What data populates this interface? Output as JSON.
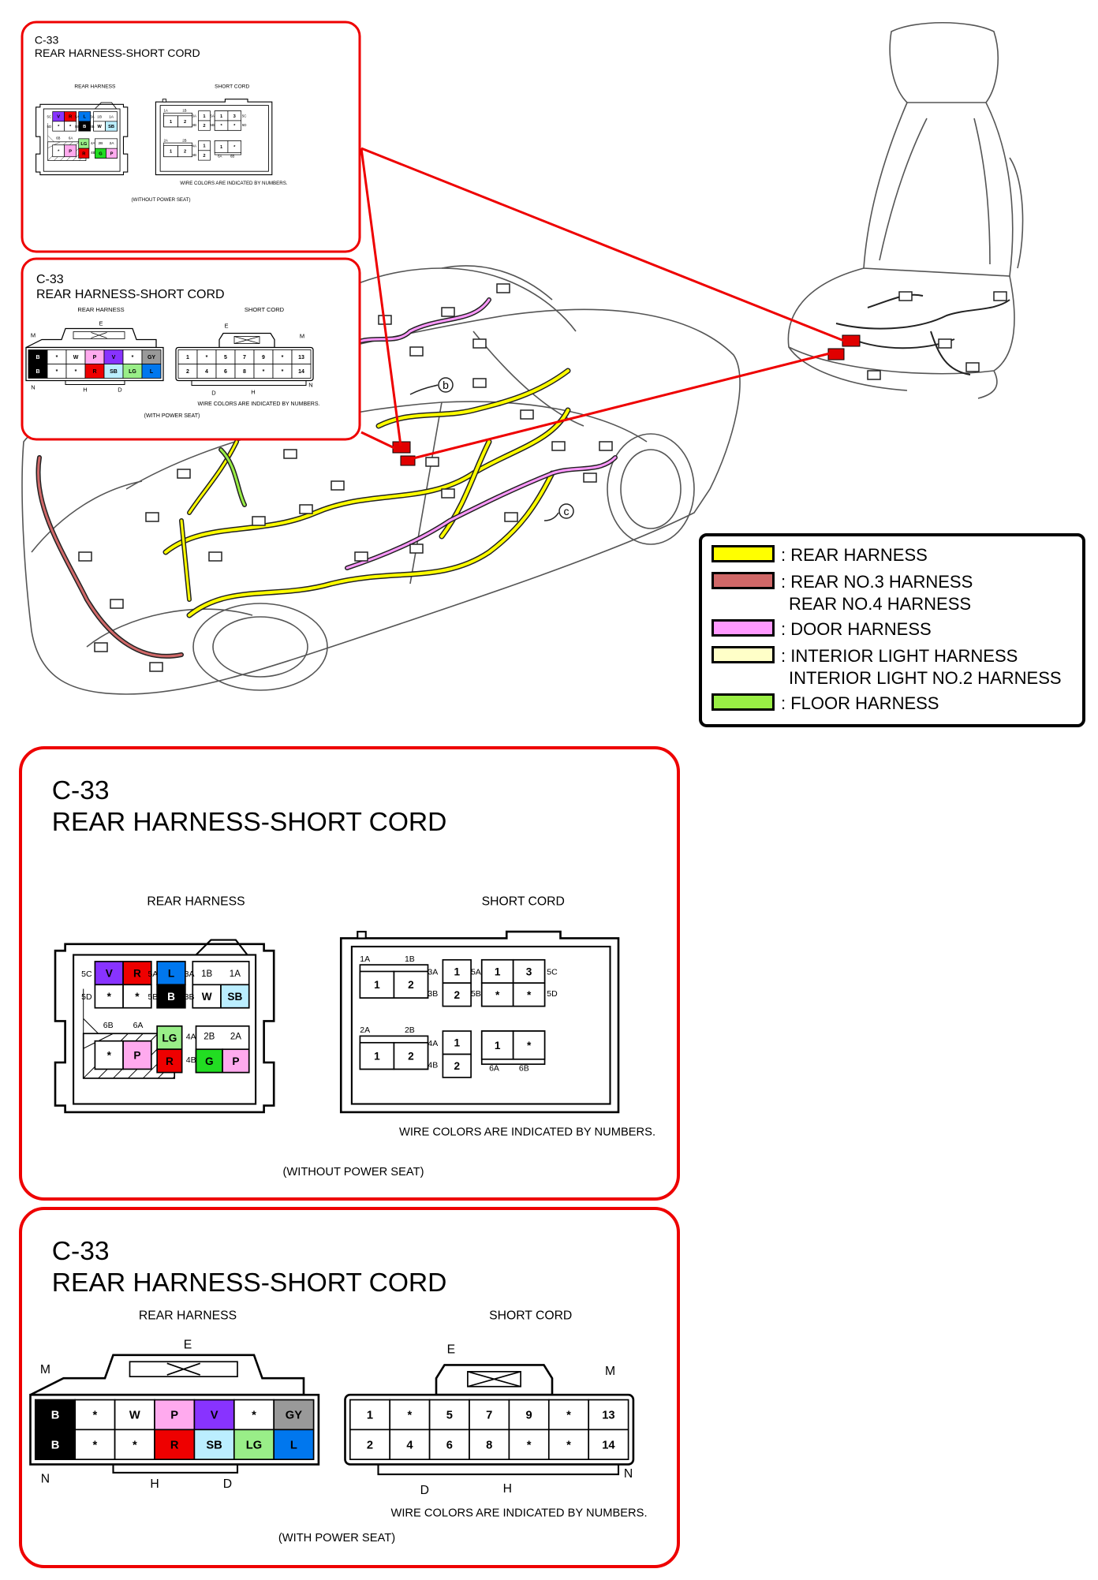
{
  "connector_id": "C-33",
  "connector_name": "REAR HARNESS-SHORT CORD",
  "rear_harness_label": "REAR HARNESS",
  "short_cord_label": "SHORT CORD",
  "note": "WIRE COLORS ARE INDICATED BY NUMBERS.",
  "variant_without": "(WITHOUT POWER SEAT)",
  "variant_with": "(WITH POWER SEAT)",
  "callouts": {
    "b": "b",
    "c": "c"
  },
  "legend": [
    {
      "color": "#ffff00",
      "lines": [
        ": REAR HARNESS"
      ]
    },
    {
      "color": "#d06868",
      "lines": [
        ": REAR NO.3 HARNESS",
        "REAR NO.4 HARNESS"
      ]
    },
    {
      "color": "#ff99ff",
      "lines": [
        ": DOOR HARNESS"
      ]
    },
    {
      "color": "#ffffc8",
      "lines": [
        ": INTERIOR LIGHT HARNESS",
        "INTERIOR LIGHT NO.2 HARNESS"
      ]
    },
    {
      "color": "#99ee44",
      "lines": [
        ": FLOOR HARNESS"
      ]
    }
  ],
  "wire_colors": {
    "V": "#8833ff",
    "R": "#ee0000",
    "L": "#0077ee",
    "B": "#000000",
    "W": "#ffffff",
    "SB": "#bbeeff",
    "P": "#ffaaee",
    "LG": "#99ee88",
    "G": "#22dd22",
    "GY": "#999999",
    "*": "#ffffff"
  },
  "without_power_seat": {
    "rear_harness": {
      "block1": [
        [
          "V",
          "R"
        ],
        [
          "*",
          "*"
        ]
      ],
      "block2": [
        [
          "L"
        ],
        [
          "B"
        ]
      ],
      "block3": [
        [
          "1B",
          "1A"
        ],
        [
          "W",
          "SB"
        ]
      ],
      "block4": [
        [
          "*",
          "P"
        ]
      ],
      "block5": [
        [
          "LG"
        ],
        [
          "R"
        ]
      ],
      "block6": [
        [
          "2B",
          "2A"
        ],
        [
          "G",
          "P"
        ]
      ],
      "pin_labels": [
        "5C",
        "5D",
        "5A",
        "5B",
        "3A",
        "3B",
        "6B",
        "6A",
        "4A",
        "4B"
      ]
    },
    "short_cord": {
      "block1": [
        [
          "1",
          "2"
        ]
      ],
      "block2": [
        [
          "1"
        ],
        [
          "2"
        ]
      ],
      "block3": [
        [
          "1",
          "3"
        ],
        [
          "*",
          "*"
        ]
      ],
      "block4": [
        [
          "1",
          "2"
        ]
      ],
      "block5": [
        [
          "1"
        ],
        [
          "2"
        ]
      ],
      "block6": [
        [
          "1",
          "*"
        ]
      ],
      "pin_labels": [
        "1A",
        "1B",
        "3A",
        "3B",
        "5A",
        "5B",
        "5C",
        "5D",
        "2A",
        "2B",
        "4A",
        "4B",
        "6A",
        "6B"
      ]
    }
  },
  "with_power_seat": {
    "rear_harness": {
      "row1": [
        "B",
        "*",
        "W",
        "P",
        "V",
        "*",
        "GY"
      ],
      "row2": [
        "B",
        "*",
        "*",
        "R",
        "SB",
        "LG",
        "L"
      ],
      "letters": [
        "M",
        "E",
        "N",
        "H",
        "D"
      ]
    },
    "short_cord": {
      "row1": [
        "1",
        "*",
        "5",
        "7",
        "9",
        "*",
        "13"
      ],
      "row2": [
        "2",
        "4",
        "6",
        "8",
        "*",
        "*",
        "14"
      ],
      "letters": [
        "E",
        "M",
        "N",
        "D",
        "H"
      ]
    }
  }
}
